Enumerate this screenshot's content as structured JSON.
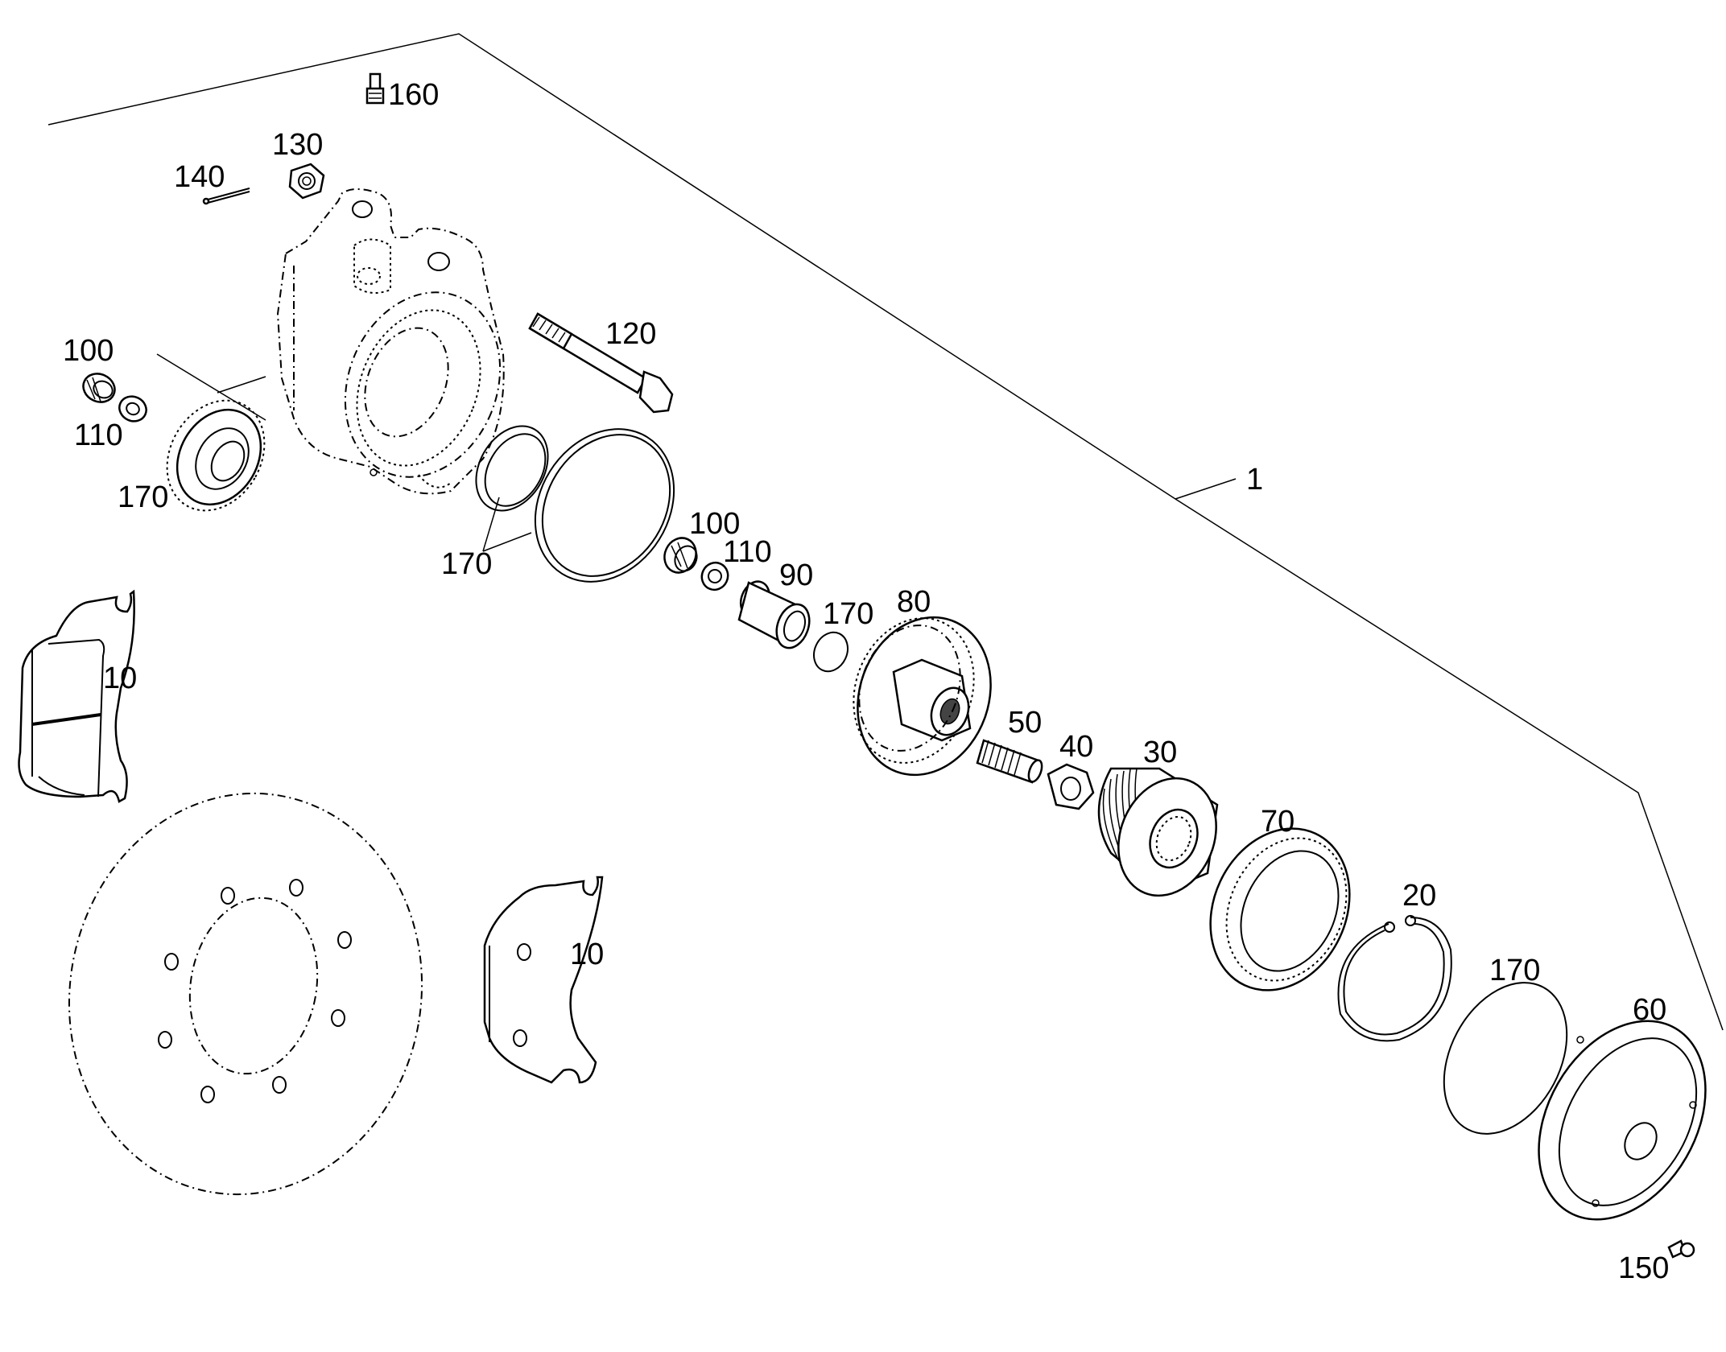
{
  "labels": {
    "l1": "1",
    "l10a": "10",
    "l10b": "10",
    "l20": "20",
    "l30": "30",
    "l40": "40",
    "l50": "50",
    "l60": "60",
    "l70": "70",
    "l80": "80",
    "l90": "90",
    "l100a": "100",
    "l100b": "100",
    "l110a": "110",
    "l110b": "110",
    "l120": "120",
    "l130": "130",
    "l140": "140",
    "l150": "150",
    "l160": "160",
    "l170a": "170",
    "l170b": "170",
    "l170c": "170",
    "l170d": "170"
  }
}
